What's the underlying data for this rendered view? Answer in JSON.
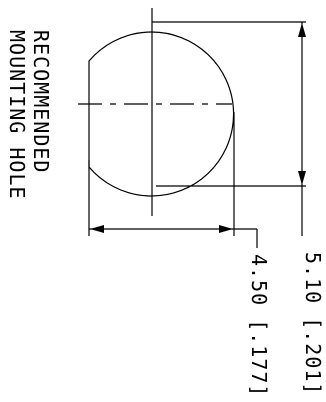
{
  "drawing": {
    "title_line1": "RECOMMENDED",
    "title_line2": "MOUNTING HOLE",
    "dimension_diameter": "5.10  [.201]",
    "dimension_flat": "4.50  [.177]"
  }
}
